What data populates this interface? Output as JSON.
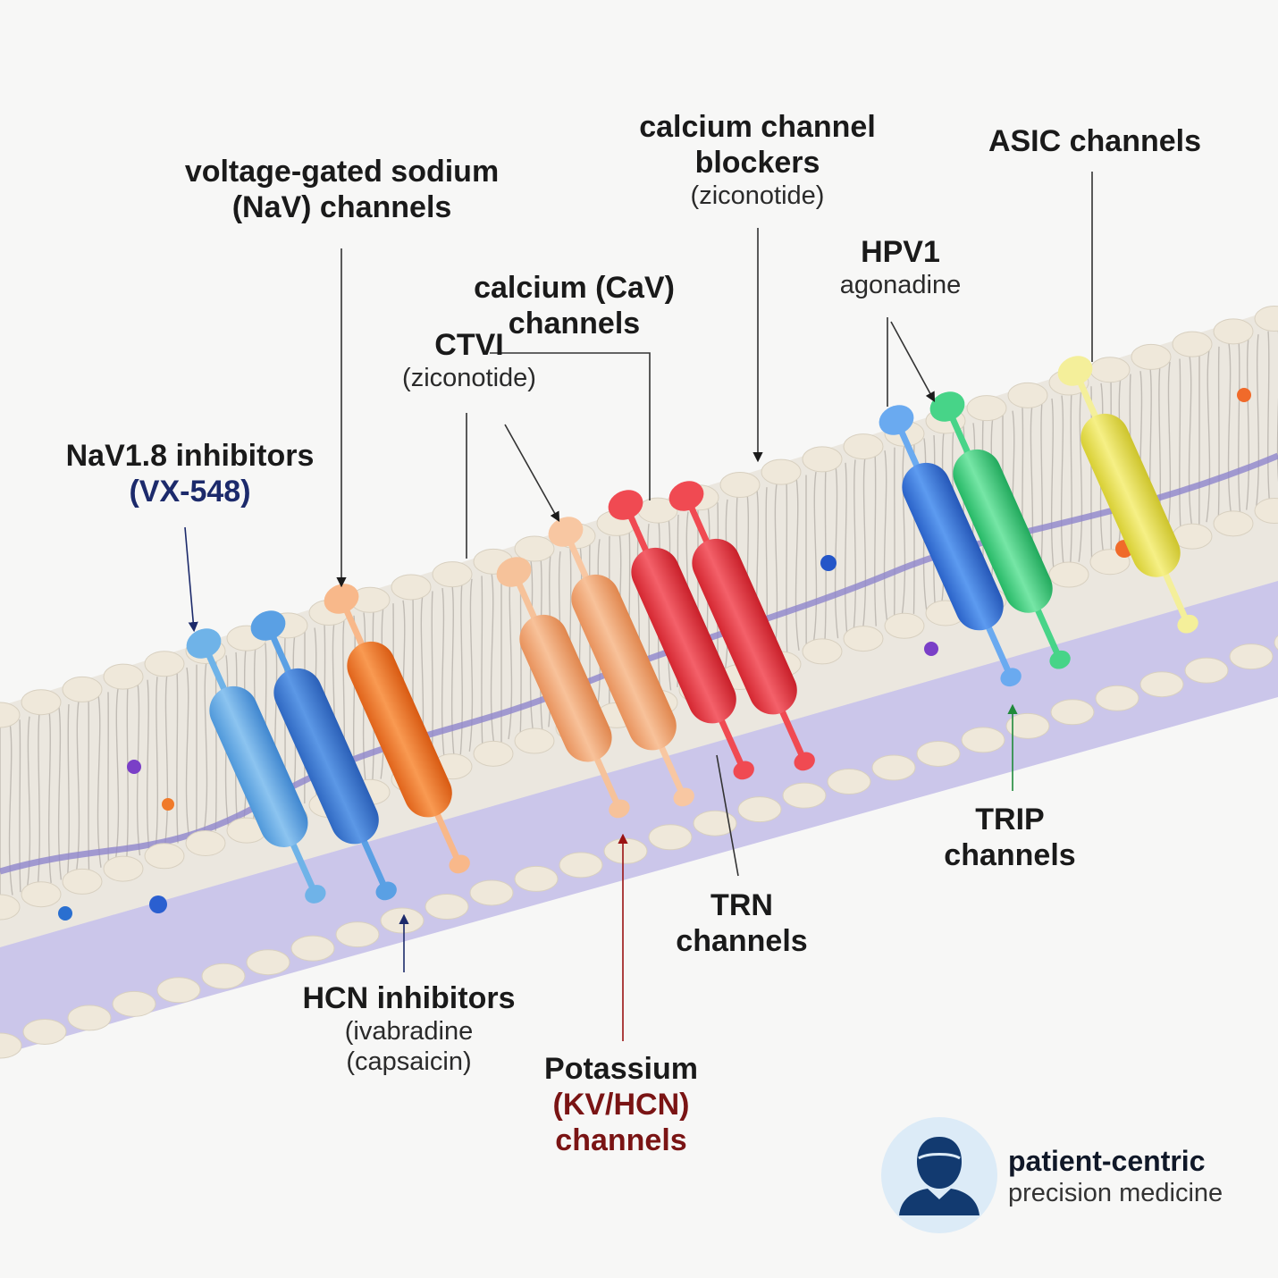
{
  "labels": {
    "nav18": {
      "title": "NaV1.8 inhibitors",
      "sub": "(VX-548)"
    },
    "nav": {
      "line1": "voltage-gated sodium",
      "line2": "(NaV) channels"
    },
    "ctvi": {
      "title": "CTVI",
      "sub": "(ziconotide)"
    },
    "cav": {
      "line1": "calcium (CaV)",
      "line2": "channels"
    },
    "ccb": {
      "line1": "calcium channel",
      "line2": "blockers",
      "sub": "(ziconotide)"
    },
    "hpv1": {
      "title": "HPV1",
      "sub": "agonadine"
    },
    "asic": {
      "title": "ASIC channels"
    },
    "trip": {
      "line1": "TRIP",
      "line2": "channels"
    },
    "trn": {
      "line1": "TRN",
      "line2": "channels"
    },
    "potassium": {
      "line1": "Potassium",
      "line2": "(KV/HCN)",
      "line3": "channels"
    },
    "hcn": {
      "title": "HCN inhibitors",
      "sub1": "(ivabradine",
      "sub2": "(capsaicin)"
    }
  },
  "badge": {
    "icon": "person-icon",
    "line1": "patient-centric",
    "line2": "precision medicine"
  },
  "colors": {
    "light_blue": "#6fb3e8",
    "blue": "#3b7fd6",
    "orange": "#f07a2a",
    "peach": "#f2a877",
    "red": "#e8363f",
    "royal_blue": "#2f6fd8",
    "green": "#3fcf7d",
    "yellow": "#e6df4f",
    "membrane": "#c9c3e8",
    "lipid_head": "#efe8da"
  }
}
